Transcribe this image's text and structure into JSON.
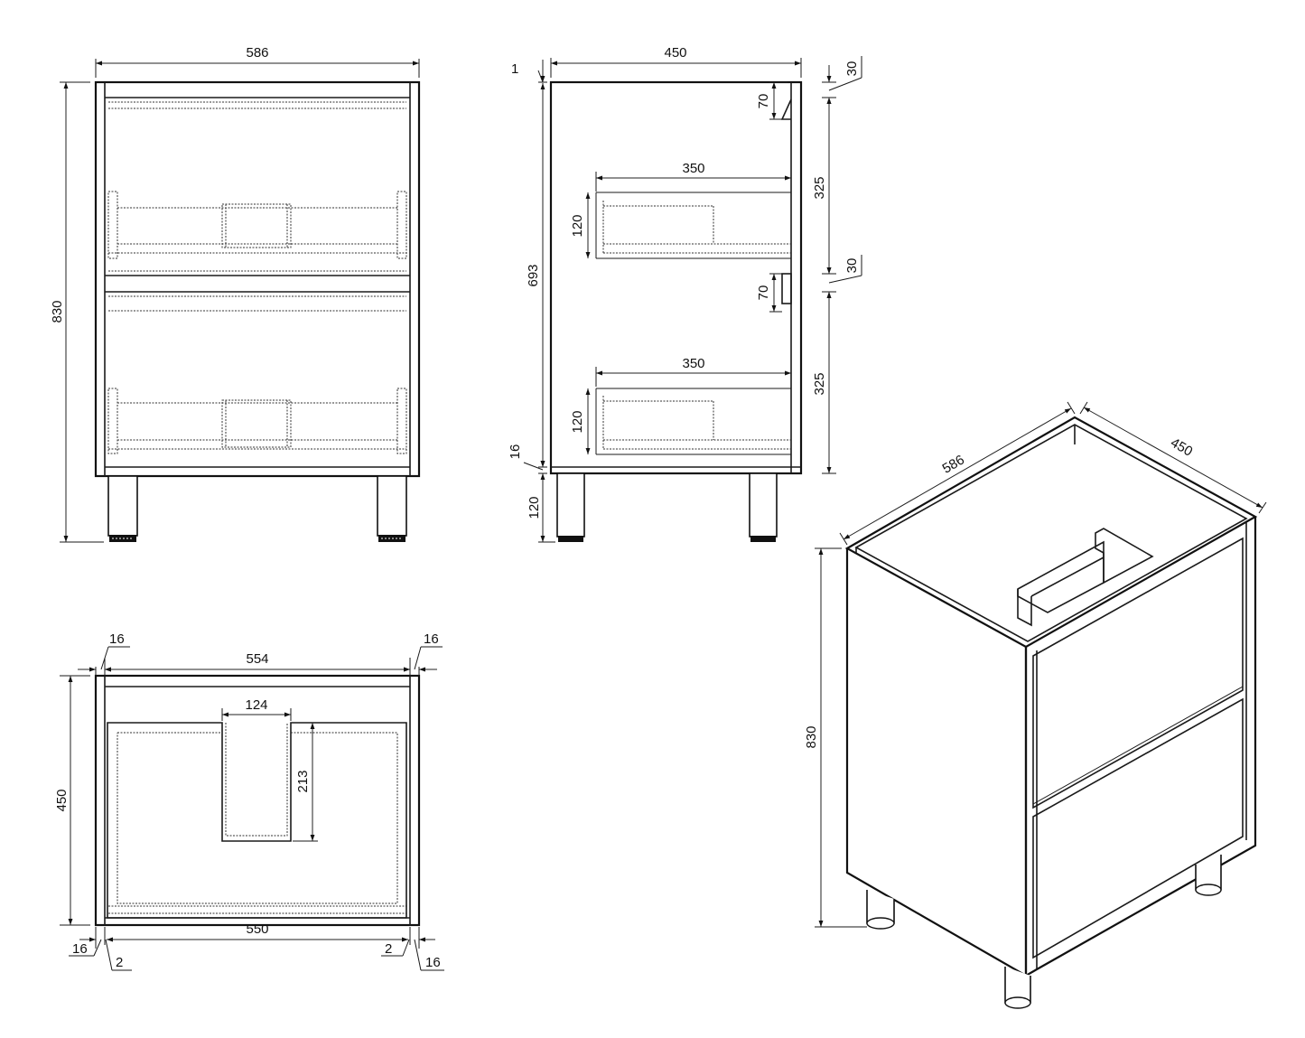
{
  "front_view": {
    "width": "586",
    "height": "830"
  },
  "side_view": {
    "depth": "450",
    "top_offset": "1",
    "body_height": "693",
    "bottom_panel": "16",
    "leg_height": "120",
    "drawer_upper_length": "350",
    "drawer_upper_height": "120",
    "drawer_lower_length": "350",
    "drawer_lower_height": "120",
    "handle_upper": "70",
    "handle_lower": "70",
    "gap_top": "30",
    "front_upper": "325",
    "gap_middle": "30",
    "front_lower": "325"
  },
  "top_view": {
    "side_left": "16",
    "inner_width": "554",
    "side_right": "16",
    "depth": "450",
    "cutout_width": "124",
    "cutout_depth": "213",
    "bottom_width": "550",
    "bottom_left_panel": "16",
    "bottom_left_gap": "2",
    "bottom_right_gap": "2",
    "bottom_right_panel": "16"
  },
  "iso_view": {
    "width": "586",
    "depth": "450",
    "height": "830"
  }
}
